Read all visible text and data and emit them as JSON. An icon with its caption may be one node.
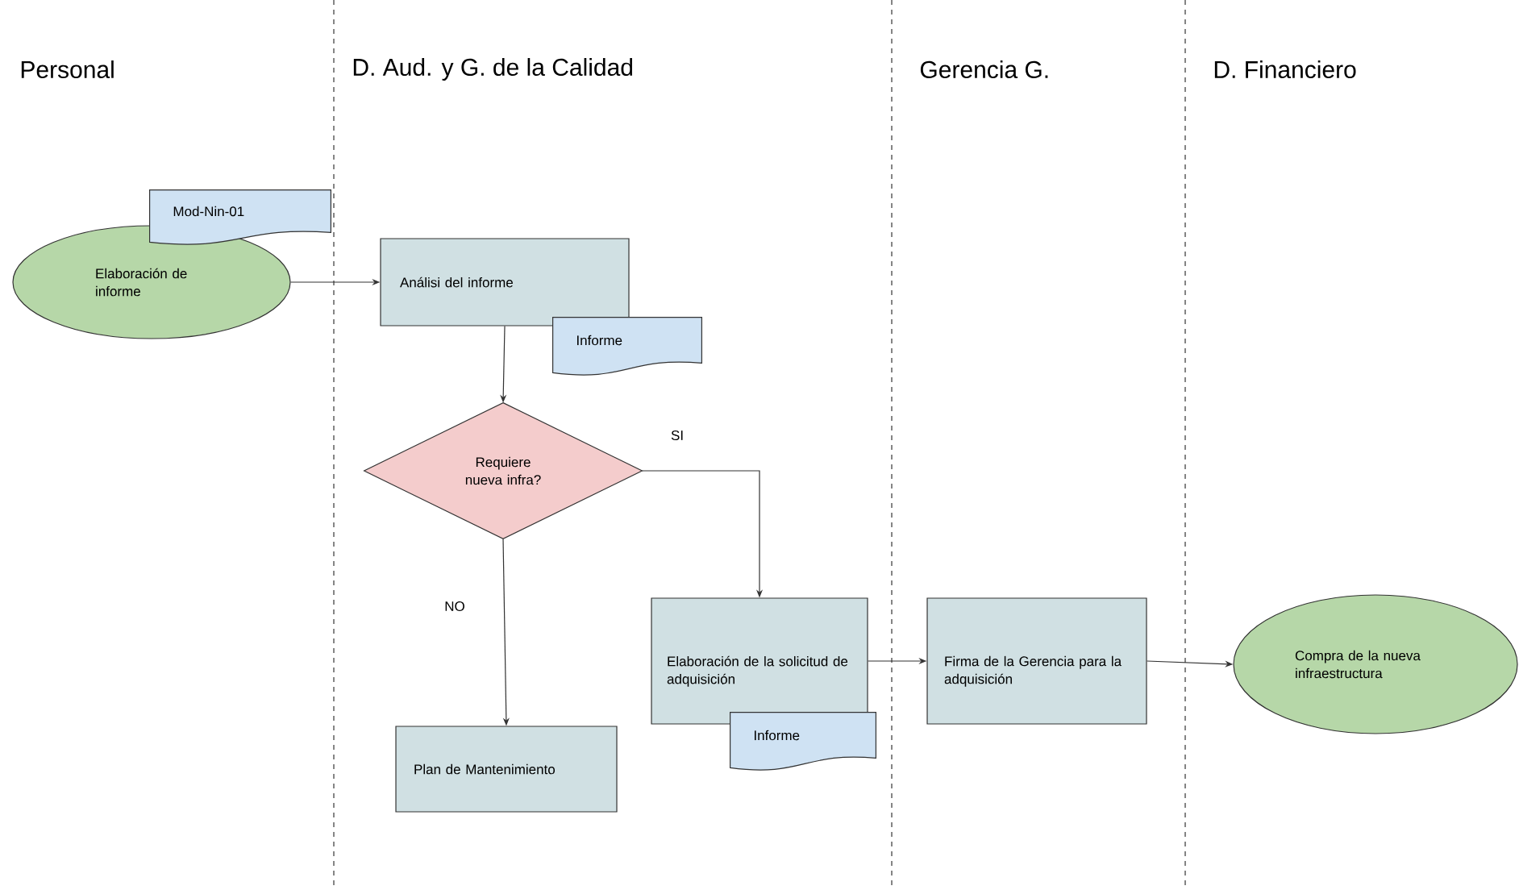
{
  "diagram": {
    "nodes": [
      {
        "text": [
          "Elaboración de informe"
        ]
      },
      {
        "text": [
          "Mod-Nin-01"
        ]
      },
      {
        "text": [
          "Análisi del informe"
        ]
      },
      {
        "text": [
          "Informe"
        ]
      },
      {
        "text": [
          "Requiere nueva infra?"
        ]
      },
      {
        "text": [
          "Elaboración de la solicitud de adquisición"
        ]
      },
      {
        "text": [
          "Informe"
        ]
      },
      {
        "text": [
          "Plan de Mantenimiento"
        ]
      },
      {
        "text": [
          "Firma de la Gerencia para la adquisición"
        ]
      },
      {
        "text": [
          "Compra de la nueva infraestructura"
        ]
      }
    ],
    "edges": [
      {
        "from": 0,
        "to": 2,
        "arrow": "to"
      },
      {
        "from": 2,
        "to": 4,
        "arrow": "to"
      },
      {
        "from": 4,
        "to": 5,
        "arrow": "to",
        "label": "SI"
      },
      {
        "from": 4,
        "to": 7,
        "arrow": "to",
        "label": "NO"
      },
      {
        "from": 5,
        "to": 8,
        "arrow": "to"
      },
      {
        "from": 8,
        "to": 9,
        "arrow": "to"
      }
    ],
    "labels": [
      "Personal",
      "D. Aud. y G. de la Calidad",
      "Gerencia G.",
      "D. Financiero"
    ]
  }
}
